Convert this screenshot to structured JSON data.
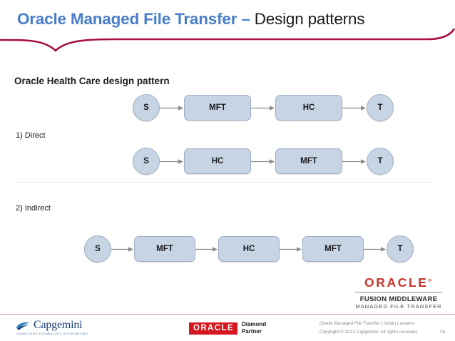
{
  "header": {
    "title_main": "Oracle Managed File Transfer",
    "title_dash": " – ",
    "title_sub": "Design patterns",
    "accent_blue": "#4a7ec8",
    "accent_red": "#a8123a"
  },
  "body": {
    "section_heading": "Oracle Health Care design pattern",
    "pattern_labels": {
      "direct": "1) Direct",
      "indirect": "2) Indirect"
    },
    "node_fill": "#c7d4e4",
    "node_stroke": "#9fb0c4",
    "arrow_color": "#8a8a8a",
    "flows": [
      {
        "id": "flow-direct",
        "nodes": [
          {
            "kind": "circle",
            "label": "S"
          },
          {
            "kind": "box",
            "label": "MFT",
            "size": "large"
          },
          {
            "kind": "box",
            "label": "HC",
            "size": "large"
          },
          {
            "kind": "circle",
            "label": "T"
          }
        ]
      },
      {
        "id": "flow-indirect",
        "nodes": [
          {
            "kind": "circle",
            "label": "S"
          },
          {
            "kind": "box",
            "label": "HC",
            "size": "large"
          },
          {
            "kind": "box",
            "label": "MFT",
            "size": "large"
          },
          {
            "kind": "circle",
            "label": "T"
          }
        ]
      },
      {
        "id": "flow-four-hop",
        "nodes": [
          {
            "kind": "circle",
            "label": "S"
          },
          {
            "kind": "box",
            "label": "MFT",
            "size": "small"
          },
          {
            "kind": "box",
            "label": "HC",
            "size": "small"
          },
          {
            "kind": "box",
            "label": "MFT",
            "size": "small"
          },
          {
            "kind": "circle",
            "label": "T"
          }
        ]
      }
    ]
  },
  "fusion_logo": {
    "oracle": "ORACLE",
    "trademark": "®",
    "line1": "FUSION MIDDLEWARE",
    "line2": "MANAGED FILE TRANSFER",
    "color": "#c8352c"
  },
  "footer": {
    "capgemini": {
      "wordmark": "Capgemini",
      "tagline": "CONSULTING.TECHNOLOGY.OUTSOURCING"
    },
    "oracle_partner": {
      "badge": "ORACLE",
      "line1": "Diamond",
      "line2": "Partner",
      "badge_color": "#d5181f"
    },
    "meta": {
      "line1": "Oracle Managed File Transfer  |  Johan Louwers",
      "line2": "Copyright © 2014 Capgemini. All rights reserved.",
      "page_number": "16"
    },
    "rule_color": "#d9a7b4"
  }
}
